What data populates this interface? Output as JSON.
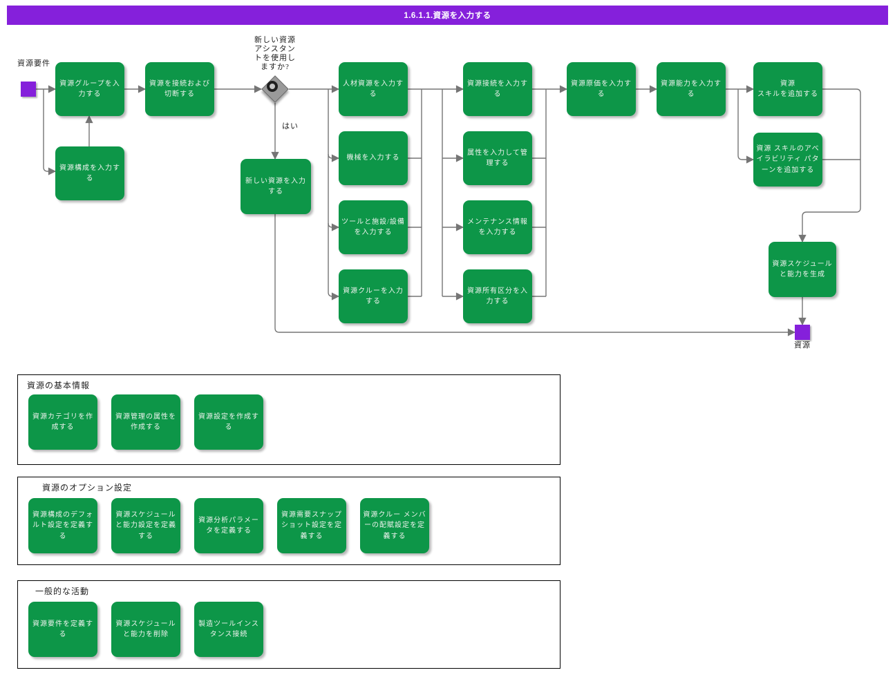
{
  "header": {
    "title": "1.6.1.1.資源を入力する"
  },
  "flow": {
    "start_label": "資源要件",
    "decision_label": "新しい資源\nアシスタン\nトを使用し\nますか?",
    "yes_label": "はい",
    "end_label": "資源",
    "boxes": [
      "資源グループを入力する",
      "資源構成を入力する",
      "資源を接続および切断する",
      "新しい資源を入力する",
      "人材資源を入力する",
      "機械を入力する",
      "ツールと施設/設備を入力する",
      "資源クルーを入力する",
      "資源接続を入力する",
      "属性を入力して管理する",
      "メンテナンス情報を入力する",
      "資源所有区分を入力する",
      "資源原価を入力する",
      "資源能力を入力する",
      "資源\nスキルを追加する",
      "資源 スキルのアベイラビリティ パターンを追加する",
      "資源スケジュールと能力を生成"
    ]
  },
  "sections": [
    {
      "title": "資源の基本情報",
      "boxes": [
        "資源カテゴリを作成する",
        "資源管理の属性を作成する",
        "資源設定を作成する"
      ]
    },
    {
      "title": "資源のオプション設定",
      "boxes": [
        "資源構成のデフォルト設定を定義する",
        "資源スケジュールと能力設定を定義する",
        "資源分析パラメータを定義する",
        "資源需要スナップショット設定を定義する",
        "資源クルー メンバーの配賦設定を定義する"
      ]
    },
    {
      "title": "一般的な活動",
      "boxes": [
        "資源要件を定義する",
        "資源スケジュールと能力を削除",
        "製造ツールインスタンス接続"
      ]
    }
  ],
  "colors": {
    "accent_purple": "#8520DB",
    "activity_green": "#0D9648",
    "connector_gray": "#757575"
  }
}
